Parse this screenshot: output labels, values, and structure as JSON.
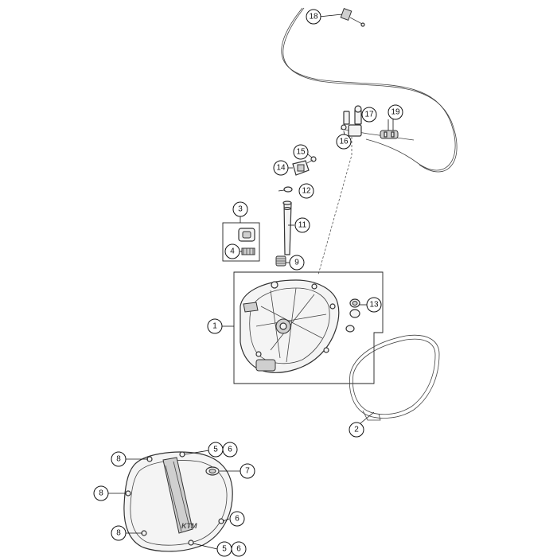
{
  "callouts": {
    "c1": "1",
    "c2": "2",
    "c3": "3",
    "c4": "4",
    "c5a": "5",
    "c6a": "6",
    "c7": "7",
    "c8a": "8",
    "c8b": "8",
    "c8c": "8",
    "c6b": "6",
    "c5b": "5",
    "c6c": "6",
    "c9": "9",
    "c11": "11",
    "c12": "12",
    "c13": "13",
    "c14": "14",
    "c15": "15",
    "c16": "16",
    "c17": "17",
    "c18": "18",
    "c19": "19"
  },
  "colors": {
    "line": "#333333",
    "fill": "#f4f4f4",
    "shade": "#cfcfcf"
  }
}
